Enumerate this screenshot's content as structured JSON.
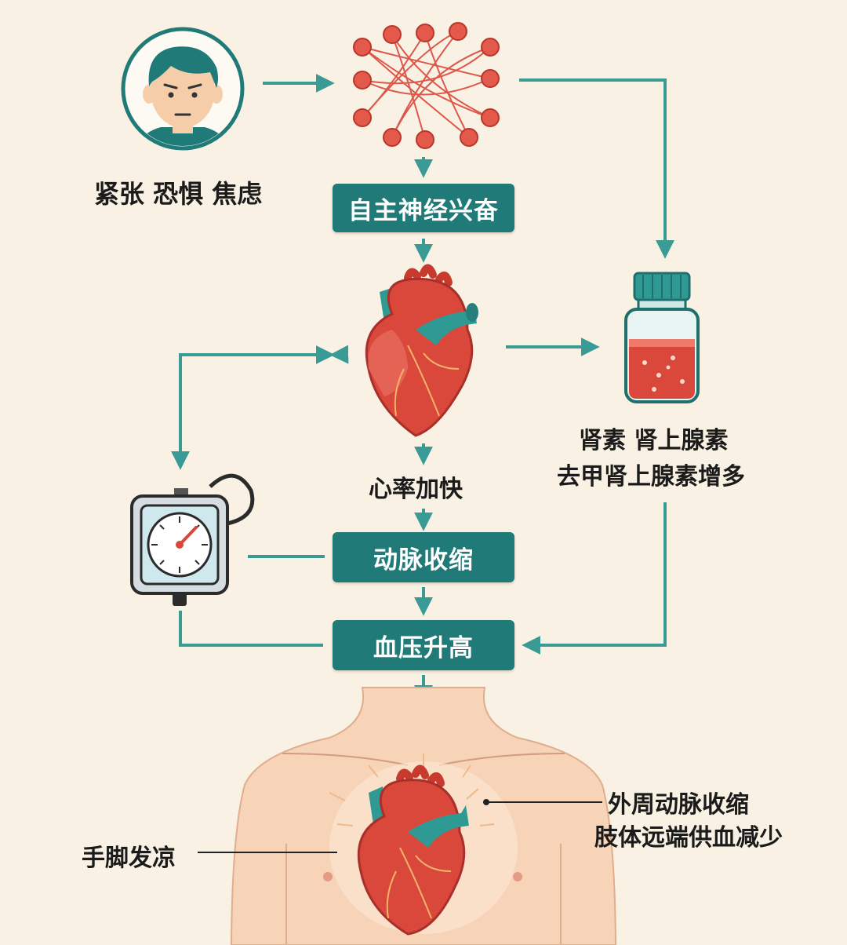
{
  "labels": {
    "emotions": "紧张 恐惧 焦虑",
    "heart_rate": "心率加快",
    "hormones_line1": "肾素 肾上腺素",
    "hormones_line2": "去甲肾上腺素增多",
    "peripheral_line1": "外周动脉收缩",
    "peripheral_line2": "肢体远端供血减少",
    "cold_limbs": "手脚发凉"
  },
  "boxes": {
    "autonomic": "自主神经兴奋",
    "artery": "动脉收缩",
    "blood_pressure": "血压升高"
  },
  "colors": {
    "teal": "#1f7a78",
    "arrow": "#3a9a95",
    "heart_red": "#d9483a",
    "background": "#f8f1e4",
    "skin": "#f7d3b8"
  }
}
